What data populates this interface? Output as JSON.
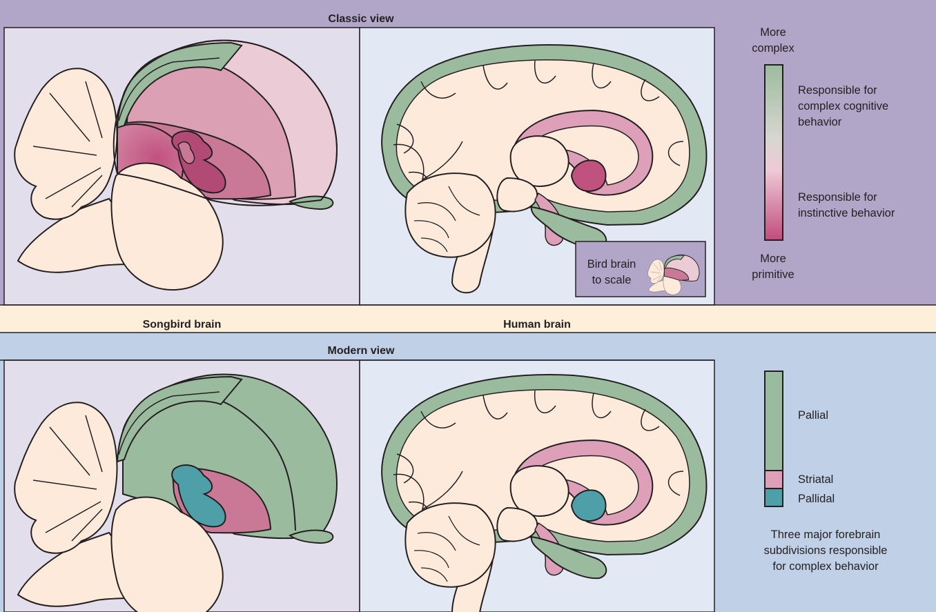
{
  "classic": {
    "title": "Classic view",
    "legend": {
      "top": [
        "More",
        "complex"
      ],
      "bottom": [
        "More",
        "primitive"
      ],
      "complex_text": [
        "Responsible for",
        "complex cognitive",
        "behavior"
      ],
      "instinct_text": [
        "Responsible for",
        "instinctive behavior"
      ]
    },
    "inset": [
      "Bird brain",
      "to scale"
    ]
  },
  "captions": {
    "songbird": "Songbird brain",
    "human": "Human brain"
  },
  "modern": {
    "title": "Modern view",
    "legend": {
      "pallial": "Pallial",
      "striatal": "Striatal",
      "pallidal": "Pallidal",
      "note": [
        "Three major forebrain",
        "subdivisions responsible",
        "for complex behavior"
      ]
    }
  },
  "colors": {
    "pallial_green": "#9bbb9e",
    "striatal_pink": "#de9fb8",
    "pallidal_teal": "#4e9fa8",
    "primitive_magenta": "#bf4d7c",
    "tissue_cream": "#fdeadb",
    "classic_band": "#b2a6c8",
    "modern_band": "#c0d0e6",
    "caption_band": "#fdefd9",
    "bird_panel": "#e3deeb",
    "human_panel": "#e3e9f4"
  }
}
